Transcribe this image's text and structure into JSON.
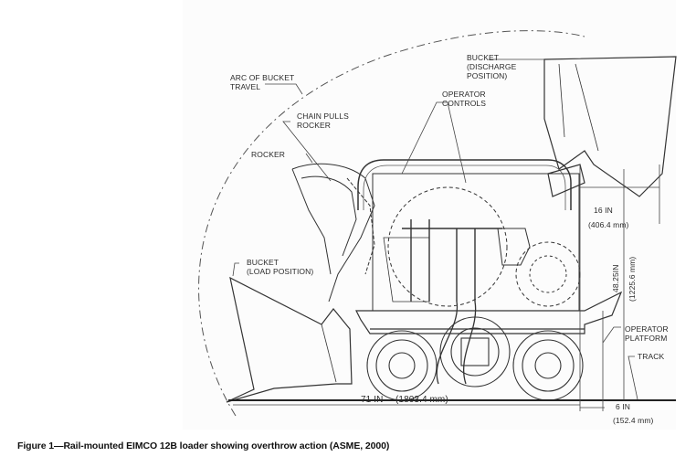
{
  "figure": {
    "caption": "Figure 1—Rail-mounted EIMCO 12B loader showing overthrow action (ASME, 2000)",
    "labels": {
      "arc_of_bucket_travel": "ARC OF BUCKET\nTRAVEL",
      "bucket_discharge": "BUCKET\n(DISCHARGE\nPOSITION)",
      "operator_controls": "OPERATOR\nCONTROLS",
      "chain_pulls_rocker": "CHAIN PULLS\nROCKER",
      "rocker": "ROCKER",
      "bucket_load": "BUCKET\n(LOAD POSITION)",
      "operator_platform": "OPERATOR\nPLATFORM",
      "track": "TRACK"
    },
    "dimensions": {
      "length_in": "71 IN",
      "length_mm": "(1803.4 mm)",
      "height_in": "48.25IN",
      "height_mm": "(1225.6 mm)",
      "overhang_in": "16 IN",
      "overhang_mm": "(406.4 mm)",
      "platform_in": "6 IN",
      "platform_mm": "(152.4 mm)"
    }
  }
}
